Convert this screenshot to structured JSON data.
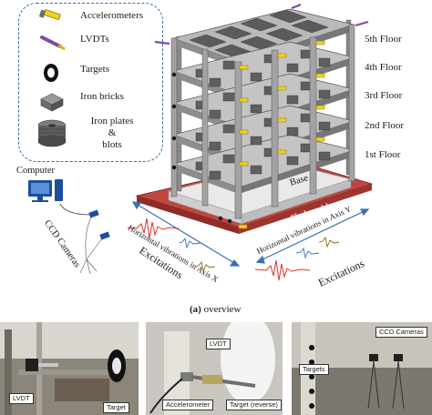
{
  "legend": {
    "items": [
      {
        "icon": "accelerometer-icon",
        "label": "Accelerometers"
      },
      {
        "icon": "lvdt-icon",
        "label": "LVDTs"
      },
      {
        "icon": "target-icon",
        "label": "Targets"
      },
      {
        "icon": "iron-brick-icon",
        "label": "Iron bricks"
      },
      {
        "icon": "iron-plates-icon",
        "label_line1": "Iron plates",
        "label_line2": "&",
        "label_line3": "blots"
      }
    ]
  },
  "floors": [
    "5th Floor",
    "4th Floor",
    "3rd Floor",
    "2nd Floor",
    "1st Floor"
  ],
  "labels": {
    "computer": "Computer",
    "ccd_cameras": "CCD Cameras",
    "base": "Base",
    "shake_table": "Shake table",
    "axis_x": "Horizontal vibrations in Axis X",
    "axis_y": "Horizontal vibrations in Axis Y",
    "excitations_left": "Excitations",
    "excitations_right": "Excitations"
  },
  "caption": {
    "letter": "(a)",
    "text": " overview"
  },
  "photos": {
    "left": {
      "lvdt": "LVDT",
      "target": "Target"
    },
    "middle": {
      "lvdt": "LVDT",
      "accelerometer": "Accelerometer",
      "target": "Target (reverse)"
    },
    "right": {
      "ccd": "CCD Cameras",
      "targets": "Targets"
    }
  },
  "colors": {
    "legend_border": "#2d6db5",
    "accelerometer": "#f2d21b",
    "lvdt": "#7a4aa8",
    "shake_table": "#c0463f",
    "axis_arrow": "#3a6fb8",
    "signal": "#e0302a"
  }
}
